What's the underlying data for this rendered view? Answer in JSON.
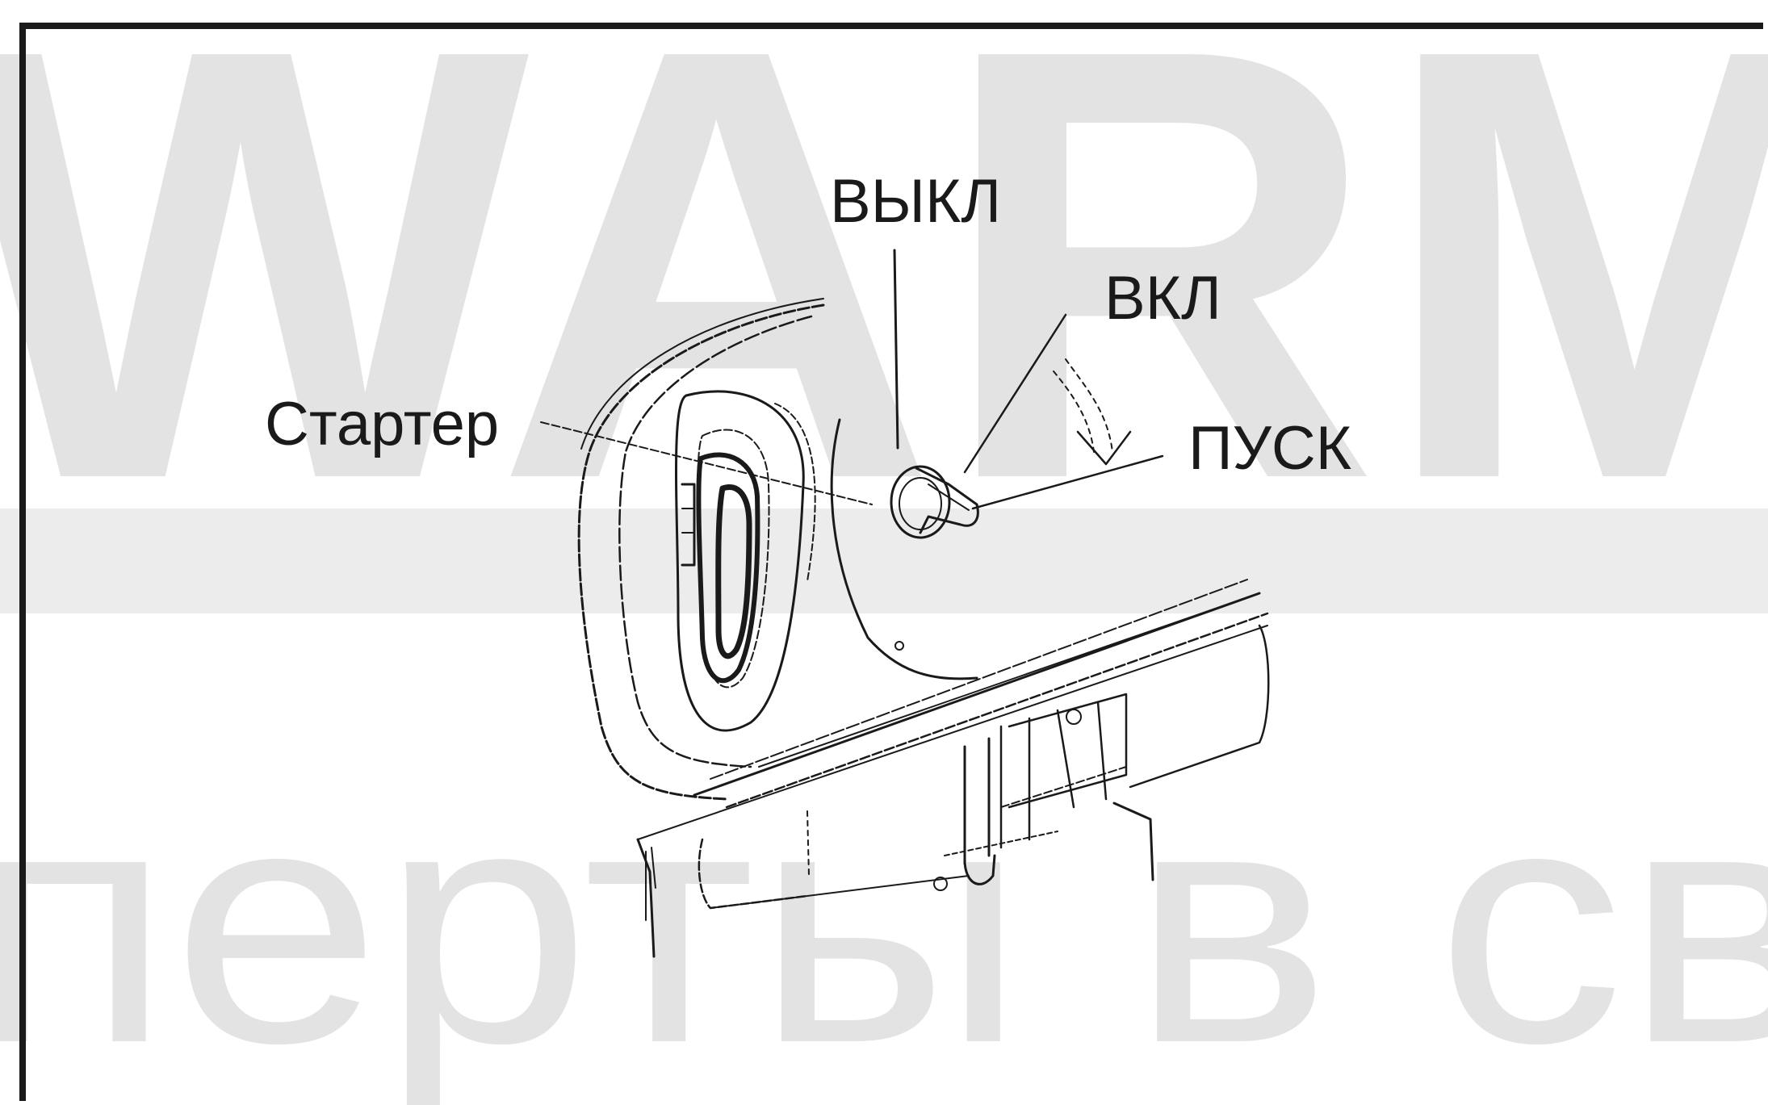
{
  "watermark": {
    "top_text": "WARM",
    "bottom_text": "перты в св"
  },
  "labels": {
    "off": "ВЫКЛ",
    "on": "ВКЛ",
    "choke": "Стартер",
    "start": "ПУСК"
  }
}
